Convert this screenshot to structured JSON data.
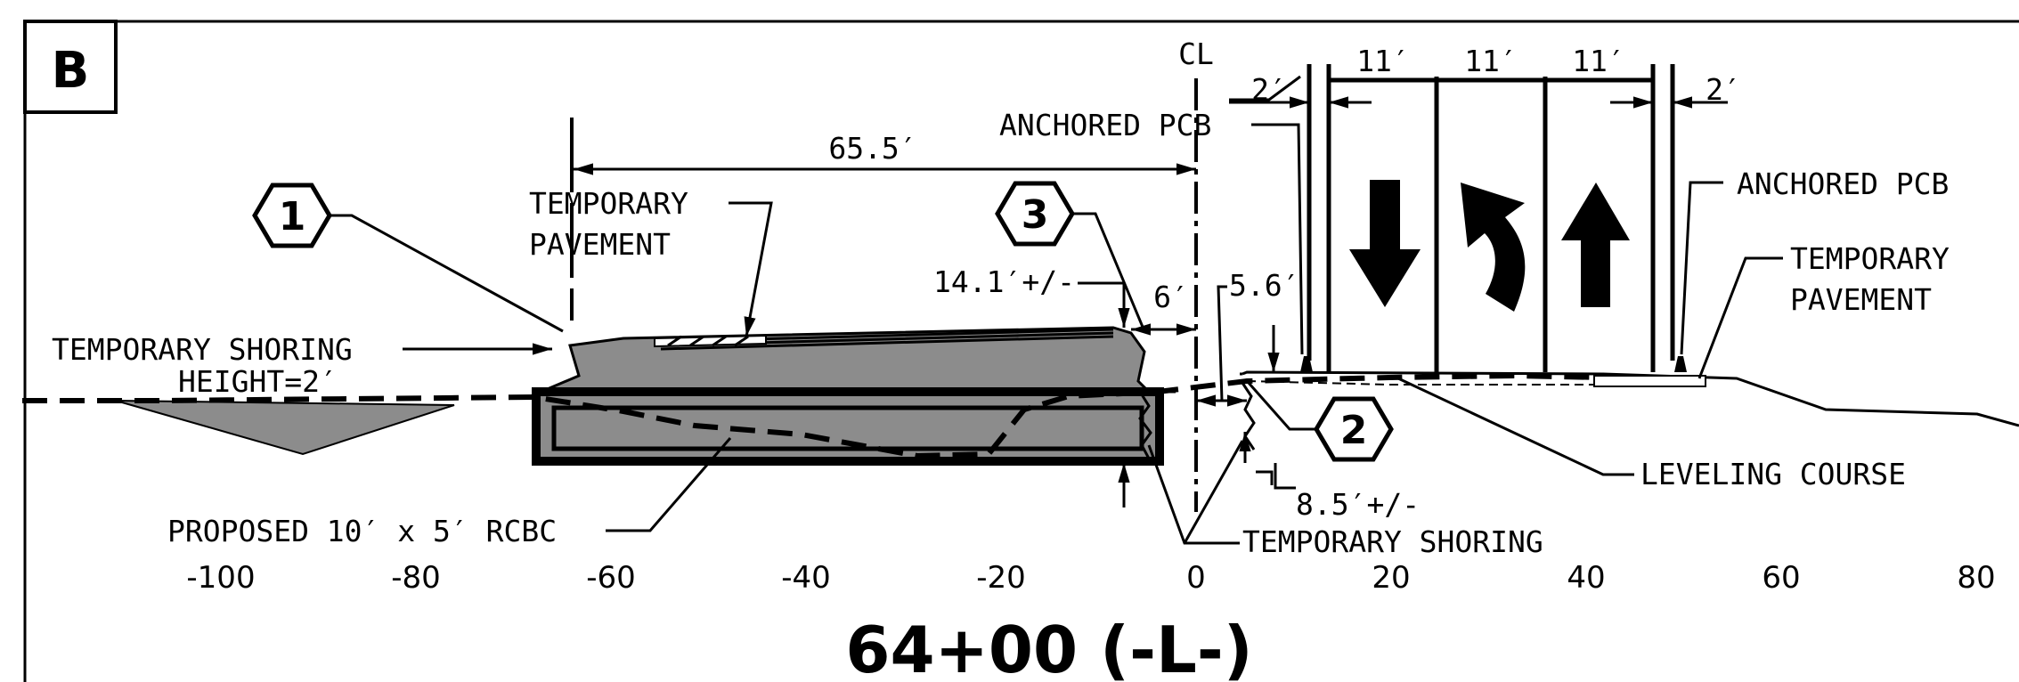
{
  "panel_label": "B",
  "title": "64+00 (-L-)",
  "centerline_symbol": "CL",
  "axis_ticks": [
    "-100",
    "-80",
    "-60",
    "-40",
    "-20",
    "0",
    "20",
    "40",
    "60",
    "80"
  ],
  "callouts": [
    "1",
    "2",
    "3"
  ],
  "labels": {
    "temp_shoring_left": "TEMPORARY SHORING",
    "shoring_height": "HEIGHT=2′",
    "temp_pavement_left_1": "TEMPORARY",
    "temp_pavement_left_2": "PAVEMENT",
    "anchored_pcb_left": "ANCHORED PCB",
    "anchored_pcb_right": "ANCHORED PCB",
    "temp_pavement_right_1": "TEMPORARY",
    "temp_pavement_right_2": "PAVEMENT",
    "leveling_course": "LEVELING COURSE",
    "proposed_rcbc": "PROPOSED 10′ x 5′ RCBC",
    "temp_shoring_bottom": "TEMPORARY SHORING"
  },
  "dimensions": {
    "width_65_5": "65.5′",
    "depth_14_1": "14.1′+/-",
    "offset_6": "6′",
    "offset_5_6": "5.6′",
    "depth_8_5": "8.5′+/-",
    "shoulder_left": "2′",
    "lane_1": "11′",
    "lane_2": "11′",
    "lane_3": "11′",
    "shoulder_right": "2′"
  },
  "icons": [
    "arrow-down-icon",
    "turn-arrow-icon",
    "arrow-up-icon",
    "hexagon-callout-icon"
  ]
}
